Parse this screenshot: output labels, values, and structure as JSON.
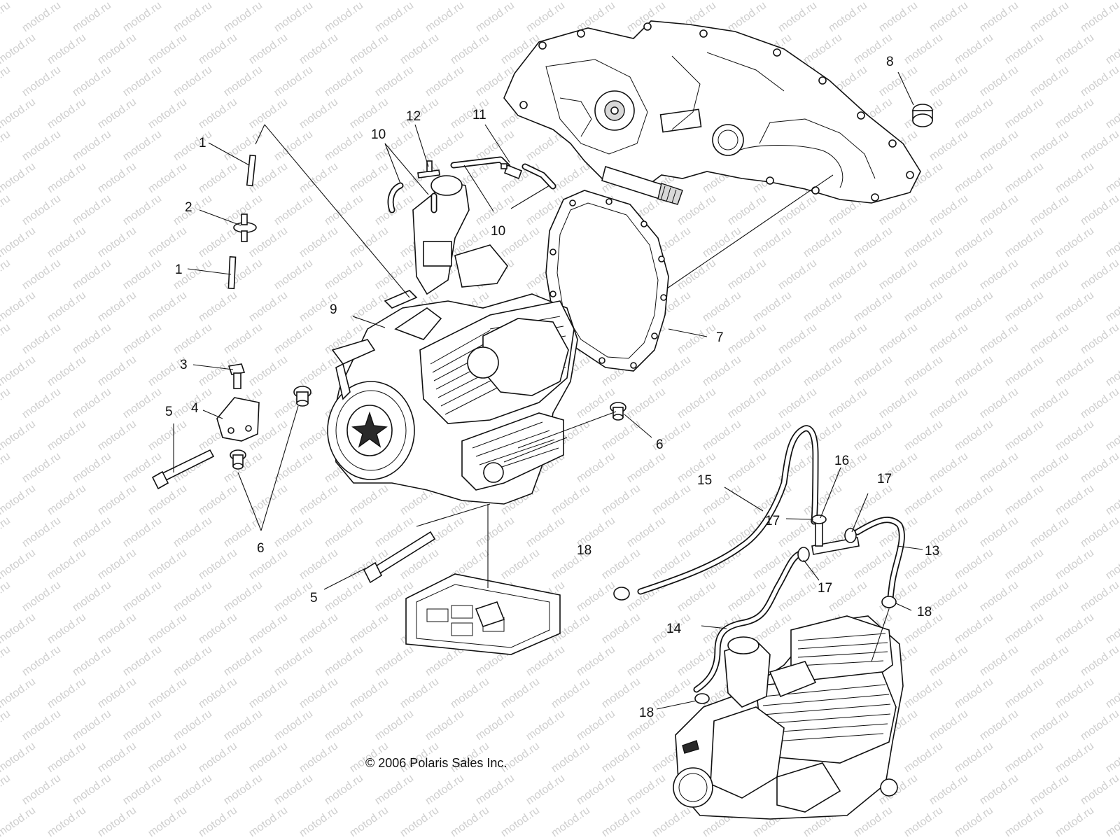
{
  "diagram": {
    "callouts": {
      "c1a": "1",
      "c1b": "1",
      "c2": "2",
      "c3": "3",
      "c4": "4",
      "c5a": "5",
      "c5b": "5",
      "c6a": "6",
      "c6b": "6",
      "c7": "7",
      "c8": "8",
      "c9": "9",
      "c10a": "10",
      "c10b": "10",
      "c11": "11",
      "c12": "12",
      "c13": "13",
      "c14": "14",
      "c15": "15",
      "c16": "16",
      "c17a": "17",
      "c17b": "17",
      "c17c": "17",
      "c18a": "18",
      "c18b": "18",
      "c18c": "18"
    },
    "copyright": "© 2006 Polaris Sales Inc.",
    "watermark": "motod.ru"
  }
}
